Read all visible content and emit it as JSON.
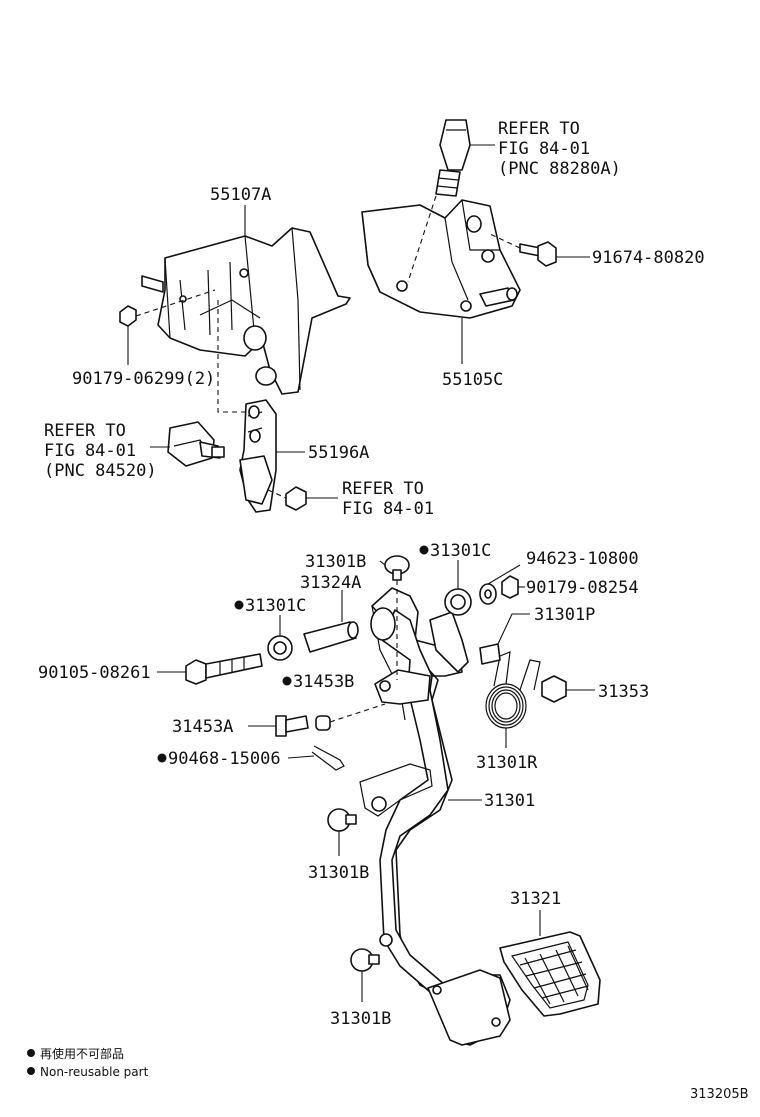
{
  "labels": {
    "p55107A": "55107A",
    "p55105C": "55105C",
    "p55196A": "55196A",
    "p90179_06299": "90179-06299(2)",
    "p91674_80820": "91674-80820",
    "refer_top_1": "REFER TO",
    "refer_top_2": "FIG 84-01",
    "refer_top_3": "(PNC 88280A)",
    "refer_left_1": "REFER TO",
    "refer_left_2": "FIG 84-01",
    "refer_left_3": "(PNC 84520)",
    "refer_nut_1": "REFER TO",
    "refer_nut_2": "FIG 84-01",
    "p31301B_top": "31301B",
    "p31301C_right": "31301C",
    "p94623_10800": "94623-10800",
    "p31324A": "31324A",
    "p90179_08254": "90179-08254",
    "p31301C_left": "31301C",
    "p31301P": "31301P",
    "p90105_08261": "90105-08261",
    "p31453B": "31453B",
    "p31353": "31353",
    "p31453A": "31453A",
    "p31301R": "31301R",
    "p90468_15006": "90468-15006",
    "p31301": "31301",
    "p31301B_mid": "31301B",
    "p31321": "31321",
    "p31301B_bottom": "31301B"
  },
  "legend": {
    "japanese": "再使用不可部品",
    "english": "Non-reusable part"
  },
  "figure_code": "313205B"
}
